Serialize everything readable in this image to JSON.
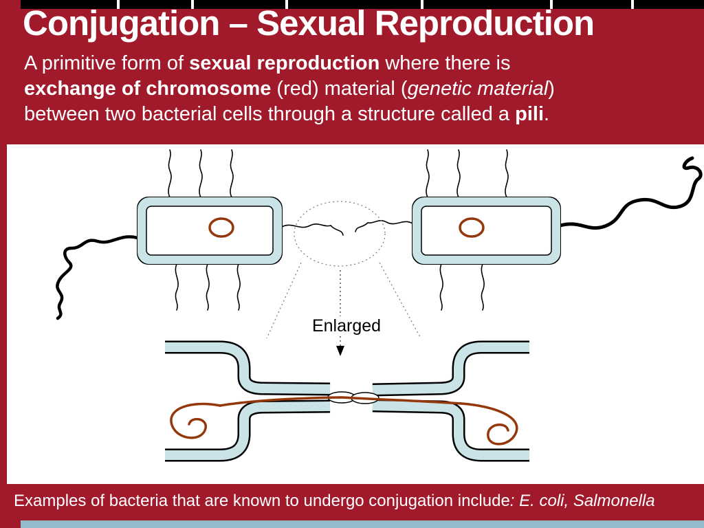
{
  "slide": {
    "title": "Conjugation – Sexual Reproduction",
    "intro": {
      "l1a": "A primitive form of ",
      "l1b": "sexual reproduction",
      "l1c": " where there is ",
      "l2a": "exchange of chromosome",
      "l2b": " (red) material (",
      "l2c": "genetic material",
      "l2d": ") ",
      "l3a": "between two bacterial cells through a structure called a ",
      "l3b": "pili",
      "l3c": "."
    },
    "diagram": {
      "enlarged_label": "Enlarged"
    },
    "footer": {
      "normal": "Examples of bacteria that are known to undergo conjugation include",
      "italic": ":  E. coli, Salmonella"
    },
    "colors": {
      "background": "#A01A2C",
      "cell_wall": "#C9E3E6",
      "dna": "#94380B",
      "strip": "#93BCCB"
    }
  }
}
